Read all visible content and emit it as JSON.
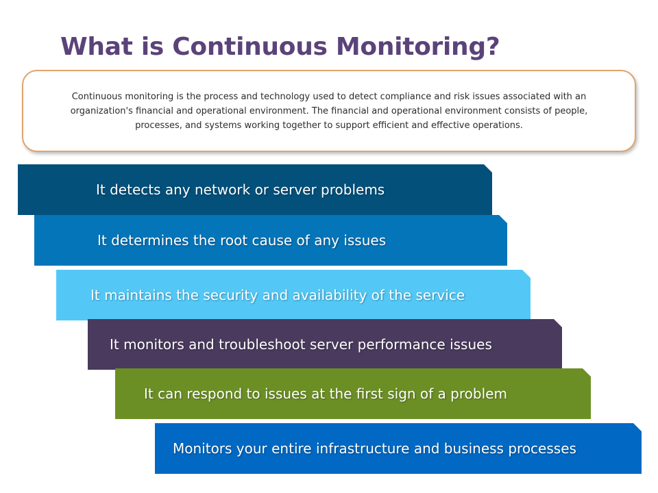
{
  "title": "What is Continuous Monitoring?",
  "definition": "Continuous monitoring is the process and technology used to detect compliance and risk issues associated with an organization's financial and operational environment. The financial and operational environment consists of people, processes, and systems working together to support efficient and effective operations.",
  "steps": [
    "It detects any network or server problems",
    "It determines the root cause of any issues",
    "It maintains the security and availability of the service",
    "It monitors and troubleshoot server performance issues",
    "It can respond to issues at the first sign of a problem",
    "Monitors your entire infrastructure and business processes"
  ],
  "colors": {
    "title": "#5b4379",
    "box_border": "#e0a36c",
    "steps": [
      "#03507b",
      "#0475b9",
      "#53c8f7",
      "#4a3a5e",
      "#6c8f25",
      "#0169c3"
    ]
  }
}
